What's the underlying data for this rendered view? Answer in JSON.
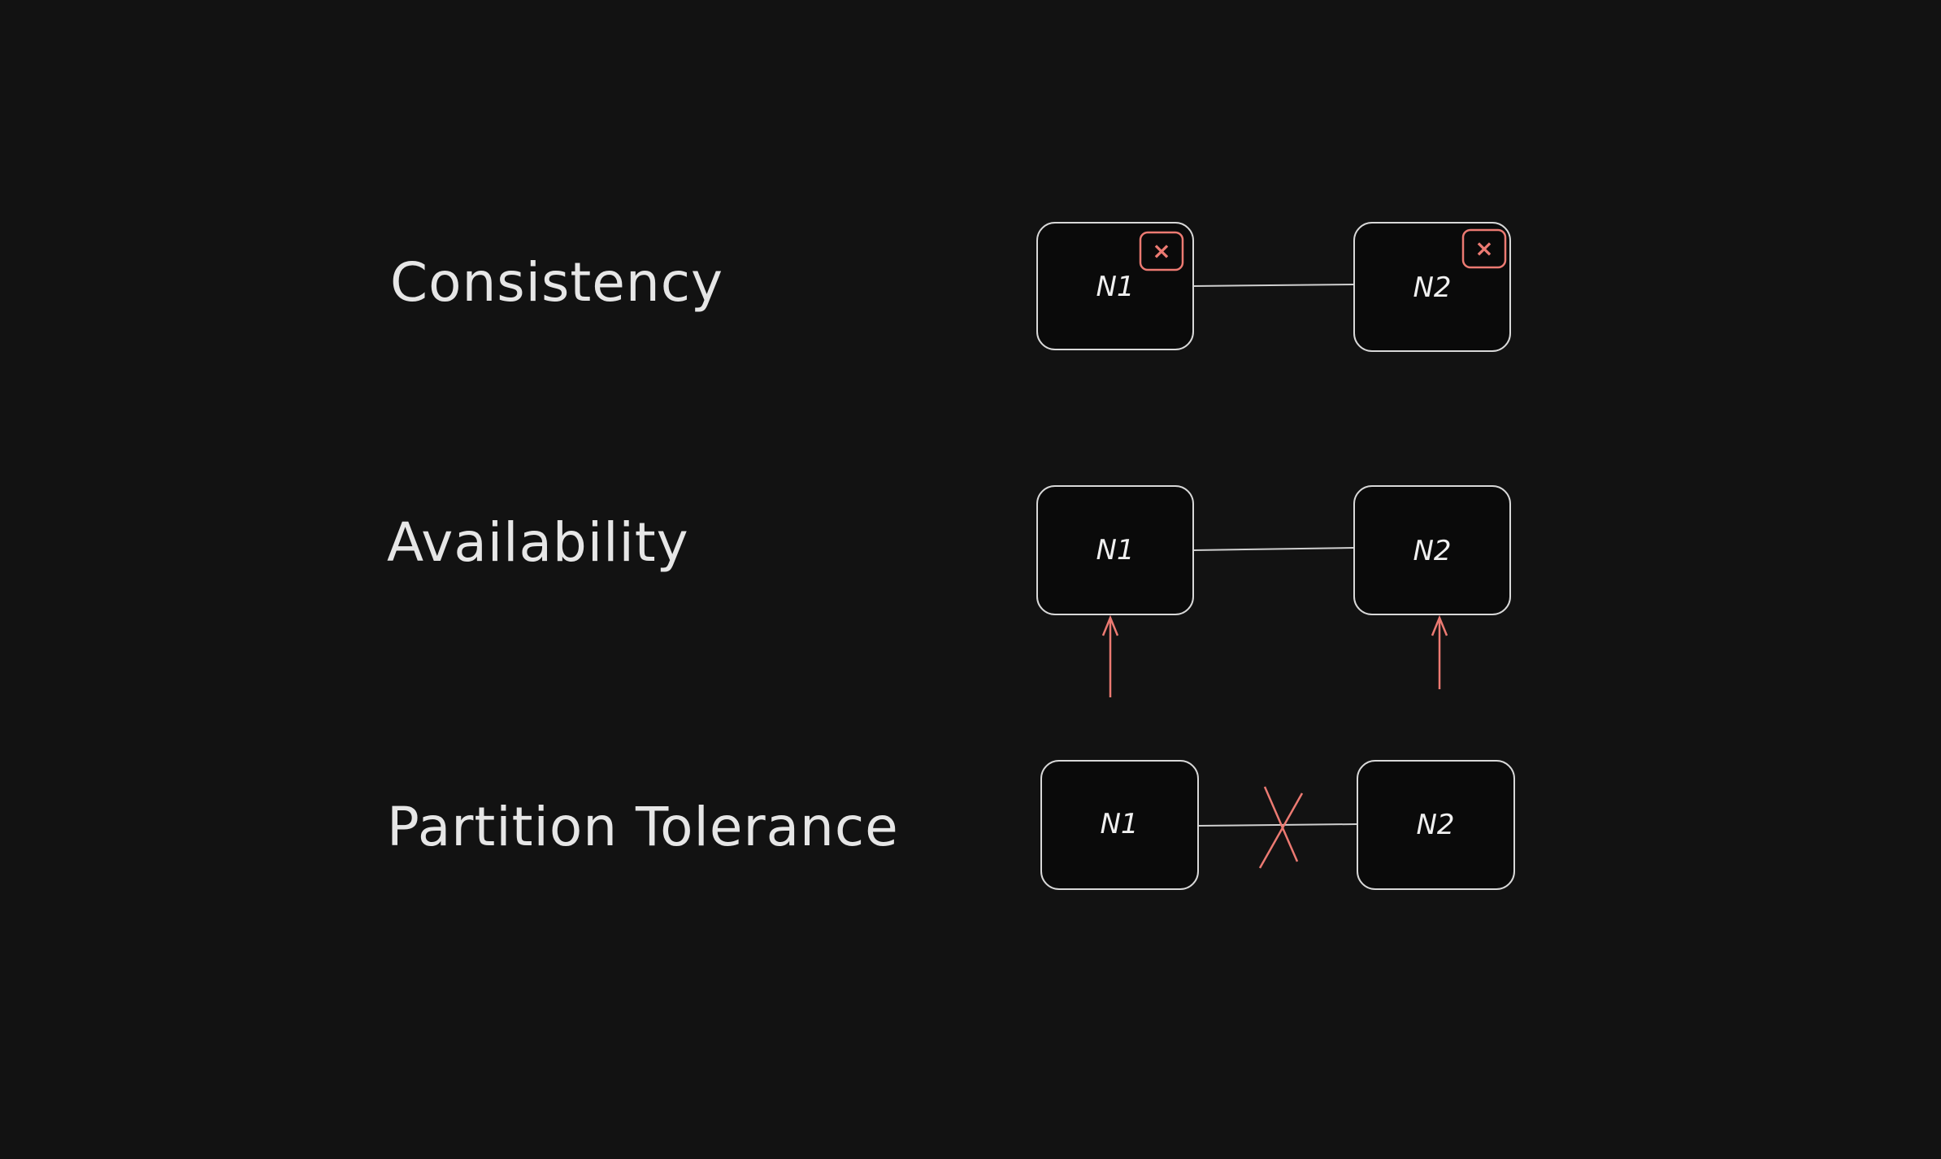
{
  "rows": [
    {
      "label": "Consistency",
      "nodes": [
        {
          "text": "N1",
          "badge": "×"
        },
        {
          "text": "N2",
          "badge": "×"
        }
      ],
      "link": "connected"
    },
    {
      "label": "Availability",
      "nodes": [
        {
          "text": "N1"
        },
        {
          "text": "N2"
        }
      ],
      "link": "connected",
      "incoming_requests": true
    },
    {
      "label": "Partition Tolerance",
      "nodes": [
        {
          "text": "N1"
        },
        {
          "text": "N2"
        }
      ],
      "link": "broken"
    }
  ],
  "colors": {
    "background": "#121212",
    "text": "#e6e6e6",
    "stroke": "#d8d8d8",
    "accent": "#ec7a72"
  },
  "icons": {
    "badge": "close-icon",
    "request": "arrow-up-icon",
    "break": "cross-icon"
  }
}
